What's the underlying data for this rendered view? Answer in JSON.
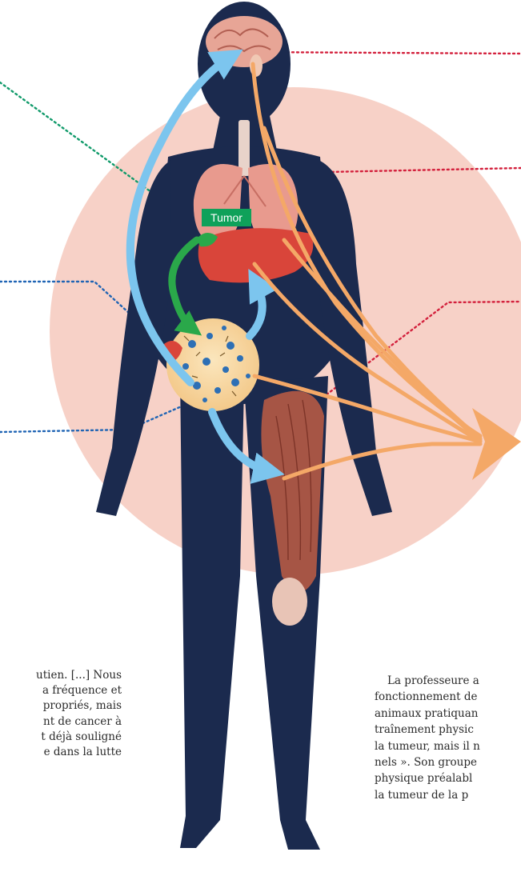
{
  "labels": {
    "tumor": "Tumor"
  },
  "text_left": [
    "utien. [...] Nous",
    "a fréquence et",
    "propriés, mais",
    "nt de cancer à",
    "t déjà souligné",
    "e dans la lutte"
  ],
  "text_right": [
    "La professeure a",
    "fonctionnement de",
    "animaux pratiquan",
    "traînement physic",
    "la tumeur, mais il n",
    "nels ». Son groupe",
    "physique préalabl",
    "la tumeur de la p"
  ],
  "colors": {
    "halo": "#f6c9bd",
    "body": "#1b2a4e",
    "organ_red": "#d9453a",
    "lung_pink": "#e89a8e",
    "arrow_blue": "#7cc5ee",
    "arrow_orange": "#f4a867",
    "arrow_green": "#2aa84a",
    "leader_red": "#d3203c",
    "leader_blue": "#1f64b4",
    "leader_green": "#109a6a",
    "tag_green": "#0fa15a"
  },
  "icons": [
    "brain-icon",
    "lungs-icon",
    "liver-icon",
    "tumor-mass-icon",
    "muscle-icon",
    "knee-joint-icon"
  ]
}
